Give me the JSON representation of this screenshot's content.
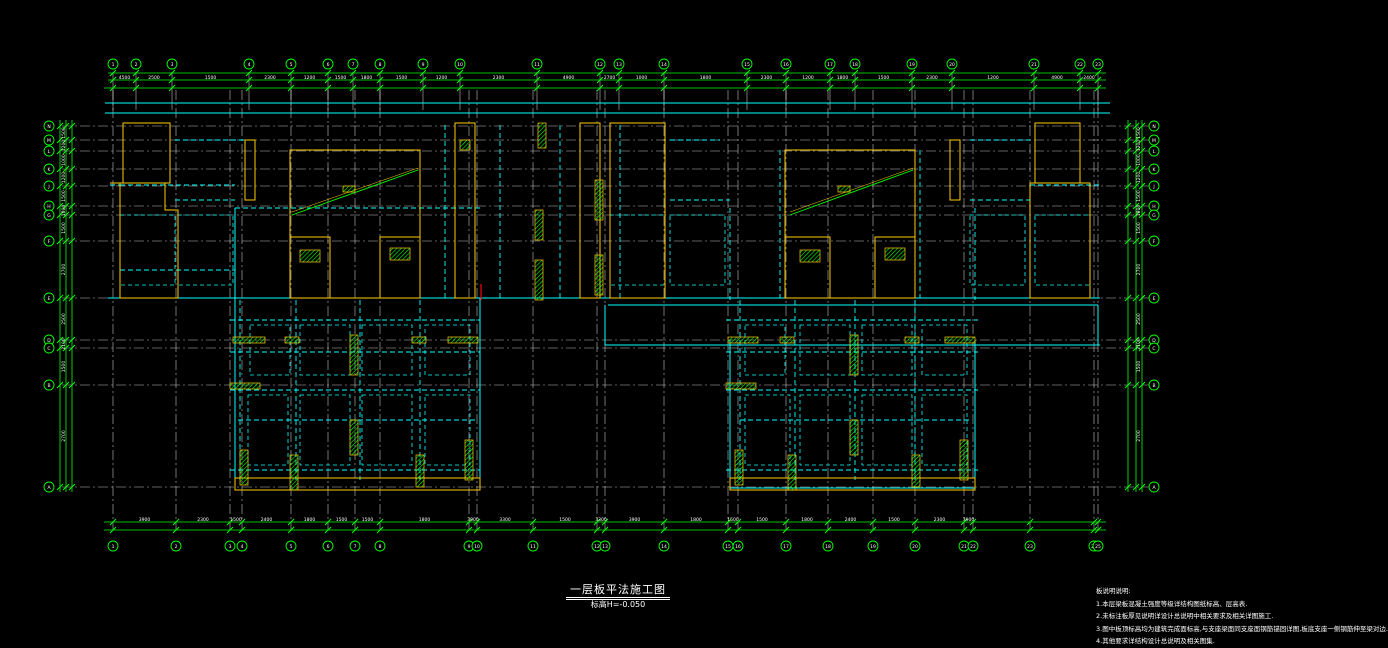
{
  "drawing": {
    "title": "一层板平法施工图",
    "elevation": "标高H=-0.050"
  },
  "notes": {
    "heading": "板说明说明:",
    "items": [
      "1.本层梁板混凝土强度等级详结构图纸标高、层高表.",
      "2.未标注板厚见说明详设计总说明中相关要求及相关详图施工.",
      "3.图中板顶标高均为建筑完成面标高,与支座梁面同支座面钢筋锚固详图,板底支座一侧钢筋伸至梁对边.",
      "4.其他要求详结构设计总说明及相关图集."
    ]
  },
  "axes": {
    "top": [
      "1",
      "2",
      "3",
      "4",
      "5",
      "6",
      "7",
      "8",
      "9",
      "10",
      "11",
      "12",
      "13",
      "14",
      "15",
      "16",
      "17",
      "18",
      "19",
      "20",
      "21",
      "22",
      "23"
    ],
    "bottom": [
      "1",
      "2",
      "3",
      "4",
      "5",
      "6",
      "7",
      "8",
      "9",
      "10",
      "11",
      "12",
      "13",
      "14",
      "15",
      "16",
      "17",
      "18",
      "19",
      "20",
      "21",
      "22",
      "23",
      "24",
      "25"
    ],
    "left": [
      "N",
      "M",
      "L",
      "K",
      "J",
      "H",
      "G",
      "F",
      "E",
      "D",
      "C",
      "B",
      "A"
    ],
    "right": [
      "N",
      "M",
      "L",
      "K",
      "J",
      "H",
      "G",
      "F",
      "E",
      "D",
      "C",
      "B",
      "A"
    ]
  },
  "dims": {
    "top": [
      "4500",
      "2500",
      "1500",
      "2300",
      "1200",
      "1500",
      "1800",
      "1500",
      "1200",
      "2300",
      "4900",
      "2700",
      "1000",
      "1800",
      "2300",
      "1200",
      "1800",
      "1500",
      "2300",
      "1200",
      "4900",
      "2400",
      "1000"
    ],
    "bottom": [
      "3900",
      "2300",
      "1500",
      "2400",
      "1800",
      "1500",
      "1500",
      "1800",
      "3900",
      "3300",
      "1500",
      "3300",
      "3900",
      "1800",
      "1500",
      "1500",
      "1800",
      "2400",
      "1500",
      "2300",
      "3900"
    ],
    "left": [
      "1500",
      "1200",
      "1000",
      "1200",
      "1500",
      "1800",
      "1500",
      "2700",
      "2500",
      "2100",
      "1500",
      "2700",
      "4900"
    ],
    "right": [
      "1500",
      "1200",
      "1000",
      "1200",
      "1500",
      "1800",
      "1500",
      "2700",
      "2500",
      "2100",
      "1500",
      "2700",
      "4900"
    ]
  },
  "colors": {
    "background": "#000000",
    "axis_line": "#ffffff",
    "dimension": "#00ff00",
    "axis_bubble": "#00ff00",
    "beam": "#00ffff",
    "wall_outline": "#ffcc00",
    "wall_hatch": "#00ff00",
    "accent": "#ff0000",
    "text": "#ffffff"
  }
}
